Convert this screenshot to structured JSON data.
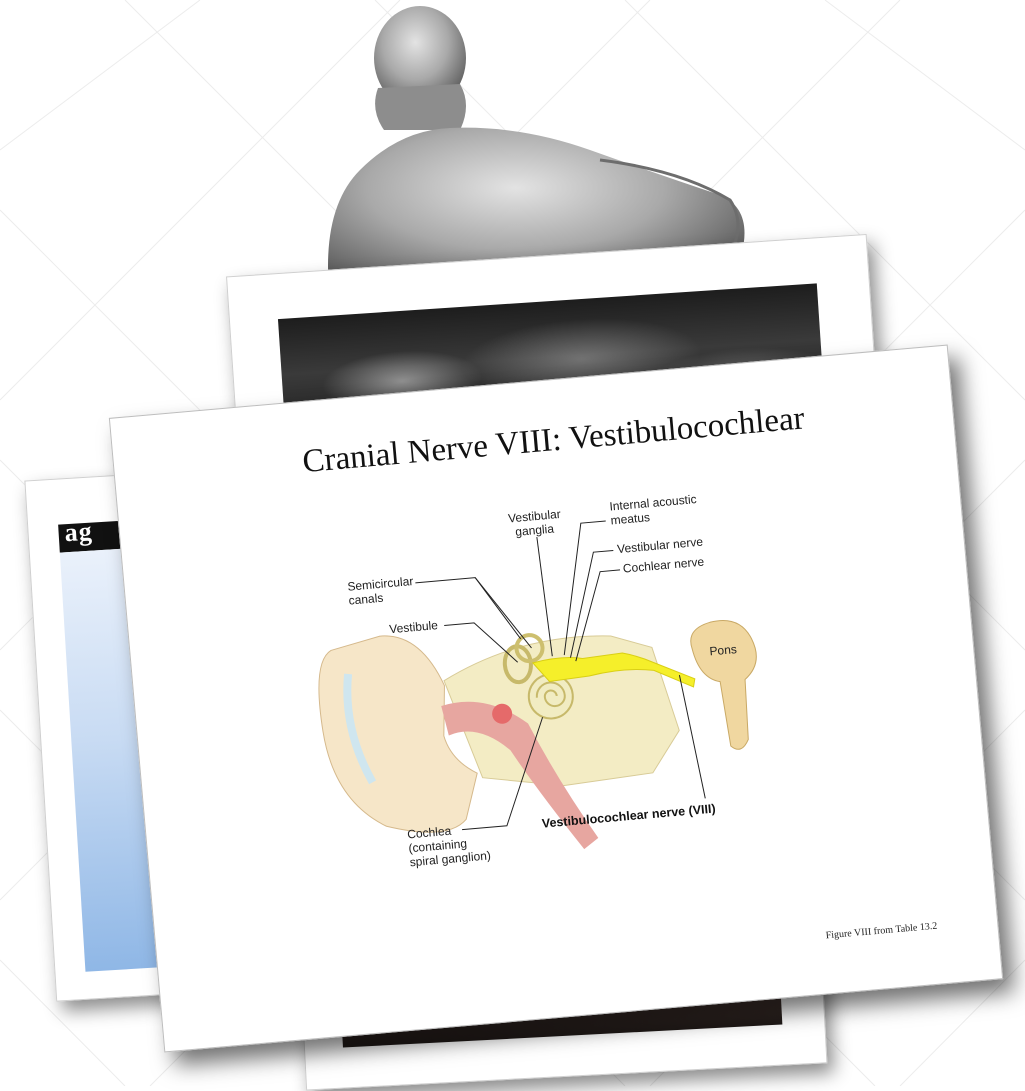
{
  "slide": {
    "title": "Cranial Nerve VIII: Vestibulocochlear",
    "caption": "Figure VIII from Table 13.2",
    "labels": {
      "vestibular_ganglia_1": "Vestibular",
      "vestibular_ganglia_2": "ganglia",
      "internal_acoustic_1": "Internal acoustic",
      "internal_acoustic_2": "meatus",
      "vestibular_nerve": "Vestibular nerve",
      "cochlear_nerve": "Cochlear nerve",
      "semicircular_1": "Semicircular",
      "semicircular_2": "canals",
      "vestibule": "Vestibule",
      "pons": "Pons",
      "cochlea_1": "Cochlea",
      "cochlea_2": "(containing",
      "cochlea_3": "spiral ganglion)",
      "vestibulocochlear_nerve": "Vestibulocochlear nerve (VIII)"
    }
  },
  "back_slide_left": {
    "heading_fragment": "ag"
  },
  "colors": {
    "nerve": "#f5ef2a",
    "bone": "#f3ecc4",
    "ear_skin": "#f6e6c8",
    "canal": "#e7a6a0",
    "pons": "#f0d7a0",
    "fluid": "#bfe0ef"
  }
}
